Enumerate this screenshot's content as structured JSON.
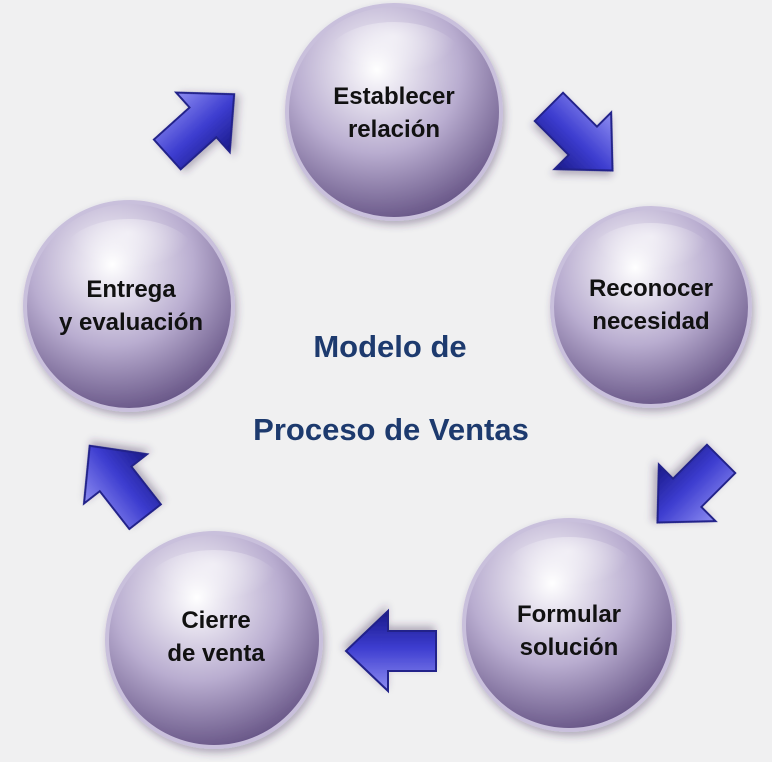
{
  "title": {
    "line1": "Modelo de",
    "line2": "Proceso de Ventas"
  },
  "colors": {
    "background": "#f0f0f1",
    "circle_light": "#ffffff",
    "circle_mid": "#b9add0",
    "circle_dark": "#574478",
    "arrow_light": "#8e8df2",
    "arrow_mid": "#3c3ccf",
    "arrow_dark": "#1a1a88",
    "title_text": "#1d3a6e",
    "node_text": "#111111"
  },
  "steps": [
    {
      "id": "establecer-relacion",
      "line1": "Establecer",
      "line2": "relación"
    },
    {
      "id": "reconocer-necesidad",
      "line1": "Reconocer",
      "line2": "necesidad"
    },
    {
      "id": "formular-solucion",
      "line1": "Formular",
      "line2": "solución"
    },
    {
      "id": "cierre-de-venta",
      "line1": "Cierre",
      "line2": "de venta"
    },
    {
      "id": "entrega-y-evaluacion",
      "line1": "Entrega",
      "line2": "y evaluación"
    }
  ],
  "arrows": [
    {
      "from": "establecer-relacion",
      "to": "reconocer-necesidad",
      "icon": "arrow-down-right-icon"
    },
    {
      "from": "reconocer-necesidad",
      "to": "formular-solucion",
      "icon": "arrow-down-left-icon"
    },
    {
      "from": "formular-solucion",
      "to": "cierre-de-venta",
      "icon": "arrow-left-icon"
    },
    {
      "from": "cierre-de-venta",
      "to": "entrega-y-evaluacion",
      "icon": "arrow-up-left-icon"
    },
    {
      "from": "entrega-y-evaluacion",
      "to": "establecer-relacion",
      "icon": "arrow-up-right-icon"
    }
  ]
}
